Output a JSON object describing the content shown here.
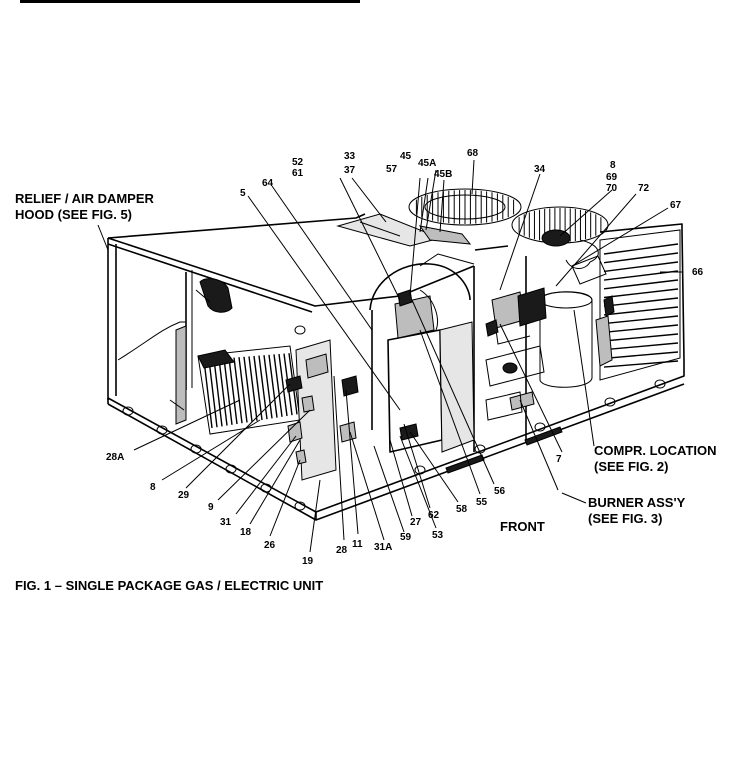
{
  "figure": {
    "caption": "FIG. 1 – SINGLE PACKAGE GAS / ELECTRIC UNIT",
    "front_label": "FRONT"
  },
  "callouts": {
    "relief_hood": [
      "RELIEF / AIR DAMPER",
      "HOOD (SEE FIG. 5)"
    ],
    "compr_location": [
      "COMPR. LOCATION",
      "(SEE FIG. 2)"
    ],
    "burner_assy": [
      "BURNER ASS'Y",
      "(SEE FIG. 3)"
    ]
  },
  "part_numbers": {
    "p52": "52",
    "p61": "61",
    "p33": "33",
    "p37": "37",
    "p45": "45",
    "p45a": "45A",
    "p45b": "45B",
    "p68": "68",
    "p57": "57",
    "p34": "34",
    "p8_top": "8",
    "p69": "69",
    "p70": "70",
    "p72": "72",
    "p67": "67",
    "p66": "66",
    "p5": "5",
    "p64": "64",
    "p28a": "28A",
    "p8_left": "8",
    "p29": "29",
    "p9": "9",
    "p31": "31",
    "p18": "18",
    "p26": "26",
    "p19": "19",
    "p28": "28",
    "p11": "11",
    "p31a": "31A",
    "p59": "59",
    "p27": "27",
    "p53": "53",
    "p62": "62",
    "p58": "58",
    "p55": "55",
    "p56": "56",
    "p7": "7"
  }
}
